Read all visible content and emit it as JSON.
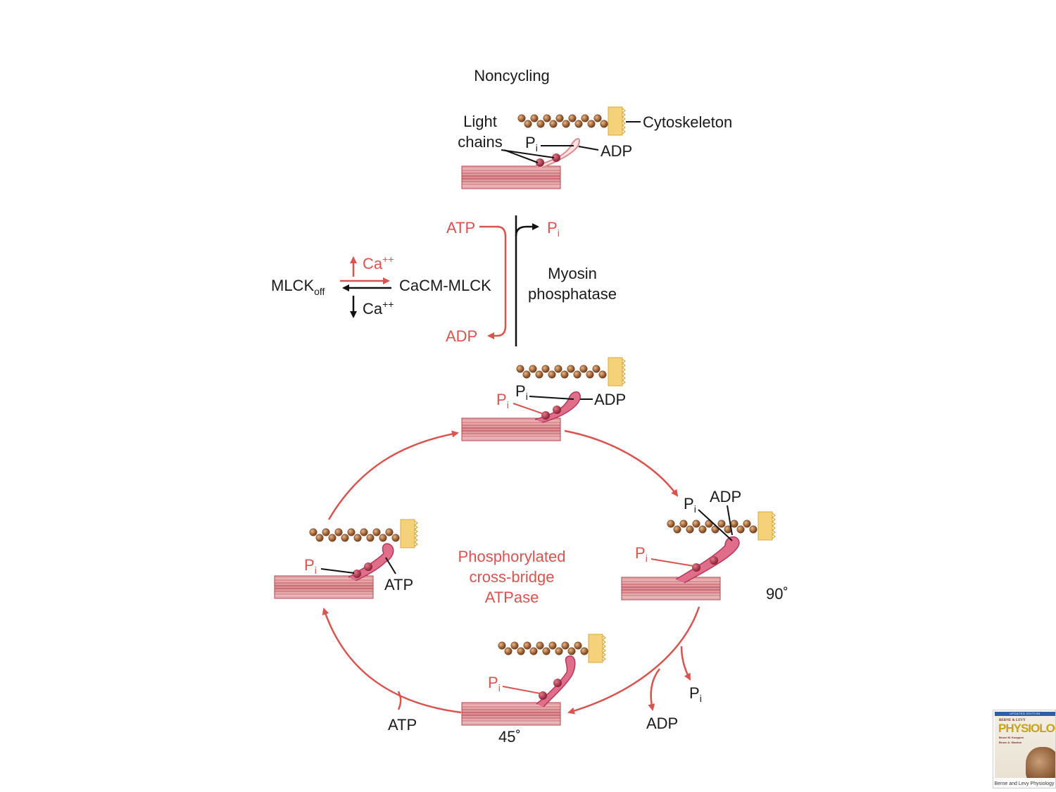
{
  "title": "Noncycling",
  "top_state": {
    "light_chains_line1": "Light",
    "light_chains_line2": "chains",
    "cytoskeleton": "Cytoskeleton",
    "pi_base": "P",
    "pi_sub": "i",
    "adp": "ADP"
  },
  "regulation": {
    "atp": "ATP",
    "adp": "ADP",
    "pi_base": "P",
    "pi_sub": "i",
    "mlck_off_base": "MLCK",
    "mlck_off_sub": "off",
    "cacm_mlck": "CaCM-MLCK",
    "ca_up_base": "Ca",
    "ca_up_sup": "++",
    "ca_down_base": "Ca",
    "ca_down_sup": "++",
    "phosphatase_line1": "Myosin",
    "phosphatase_line2": "phosphatase"
  },
  "cycle": {
    "center_line1": "Phosphorylated",
    "center_line2": "cross-bridge",
    "center_line3": "ATPase",
    "top_state": {
      "pi_black_base": "P",
      "pi_black_sub": "i",
      "pi_red_base": "P",
      "pi_red_sub": "i",
      "adp": "ADP"
    },
    "right_state": {
      "pi_black_base": "P",
      "pi_black_sub": "i",
      "adp": "ADP",
      "pi_red_base": "P",
      "pi_red_sub": "i",
      "angle": "90˚"
    },
    "bottom_state": {
      "pi_red_base": "P",
      "pi_red_sub": "i",
      "angle": "45˚"
    },
    "left_state": {
      "pi_red_base": "P",
      "pi_red_sub": "i",
      "atp": "ATP"
    },
    "release_pi_base": "P",
    "release_pi_sub": "i",
    "release_adp": "ADP",
    "entry_atp": "ATP"
  },
  "book": {
    "band": "UPDATED EDITION",
    "publisher_line": "BERNE & LEVY",
    "title": "PHYSIOLOGY",
    "author1": "Bruce M. Koeppen",
    "author2": "Bruce A. Stanton",
    "caption": "Berne and Levy Physiology"
  },
  "colors": {
    "accent_red": "#d9534f",
    "filament_red": "#c85a5f",
    "actin_brown": "#a86a3c",
    "cytoskeleton_yellow": "#f5d27a",
    "light_chain": "#9c2a3a"
  },
  "icons": [
    "actin-filament-icon",
    "myosin-filament-icon",
    "cytoskeleton-anchor-icon",
    "myosin-head-icon",
    "light-chain-icon",
    "book-cover-icon"
  ]
}
